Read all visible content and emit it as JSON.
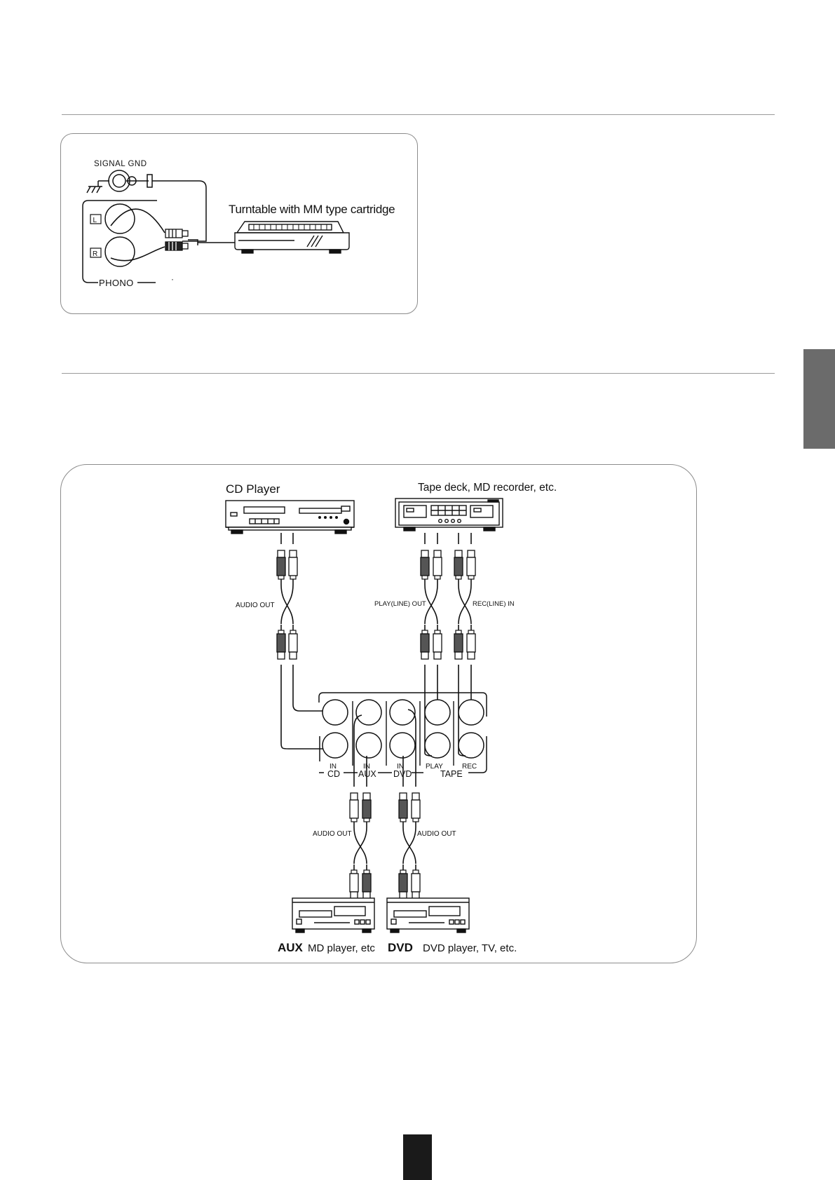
{
  "phono": {
    "signal_gnd": "SIGNAL GND",
    "ch_left": "L",
    "ch_right": "R",
    "phono_label": "PHONO",
    "turntable_caption": "Turntable with MM type cartridge"
  },
  "connections": {
    "cd_player": "CD Player",
    "tape_deck": "Tape deck, MD recorder, etc.",
    "audio_out_cd": "AUDIO OUT",
    "play_line_out": "PLAY(LINE) OUT",
    "rec_line_in": "REC(LINE) IN",
    "audio_out_aux": "AUDIO OUT",
    "audio_out_dvd": "AUDIO OUT",
    "jack_in_cd": "IN",
    "jack_in_aux": "IN",
    "jack_in_dvd": "IN",
    "jack_play": "PLAY",
    "jack_rec": "REC",
    "group_cd": "CD",
    "group_aux": "AUX",
    "group_dvd": "DVD",
    "group_tape": "TAPE",
    "aux_bold": "AUX",
    "aux_desc": "MD player, etc",
    "dvd_bold": "DVD",
    "dvd_desc": "DVD player, TV, etc."
  }
}
